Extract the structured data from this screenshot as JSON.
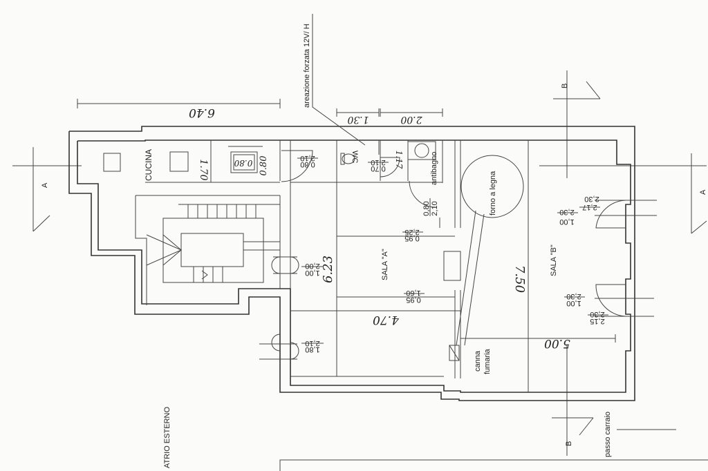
{
  "sections": {
    "a_left": "A",
    "a_right": "A",
    "b_top": "B",
    "b_bottom": "B"
  },
  "rooms": {
    "cucina": "CUCINA",
    "wc": "WC",
    "antibagno": "antibagno",
    "sala_a": "SALA \"A\"",
    "sala_b": "SALA \"B\"",
    "forno": "forno a legna",
    "canna_1": "canna",
    "canna_2": "fumaria"
  },
  "labels": {
    "areazione": "areazione forzata 12V/ H",
    "atrio": "ATRIO ESTERNO",
    "passo": "passo carraio"
  },
  "dimensions": {
    "d640": "6.40",
    "d130": "1.30",
    "d200": "2.00",
    "d170": "1.70",
    "d080h": "0.80",
    "d080box": "0.80",
    "d117": "1.17",
    "d623": "6.23",
    "d470": "4.70",
    "d750": "7.50",
    "d500": "5.00"
  },
  "openings": {
    "o_cucina_top": "2,10",
    "o_cucina_bot": "0,80",
    "o_wc_top": "2,10",
    "o_wc_bot": "0,70",
    "o_anti_top": "0,80",
    "o_anti_bot": "2,10",
    "o_w1_top": "2,25",
    "o_w1_bot": "0,95",
    "o_w2_top": "1,60",
    "o_w2_bot": "0,95",
    "o_d1_top": "2,00",
    "o_d1_bot": "1,00",
    "o_d2_top": "2,10",
    "o_d2_bot": "1,80",
    "o_b1_a": "2,30",
    "o_b1_b": "2,17",
    "o_b1_c": "2,30",
    "o_b1_d": "1,00",
    "o_b2_a": "2,30",
    "o_b2_b": "1,00",
    "o_b2_c": "2,30",
    "o_b2_d": "2,15"
  }
}
